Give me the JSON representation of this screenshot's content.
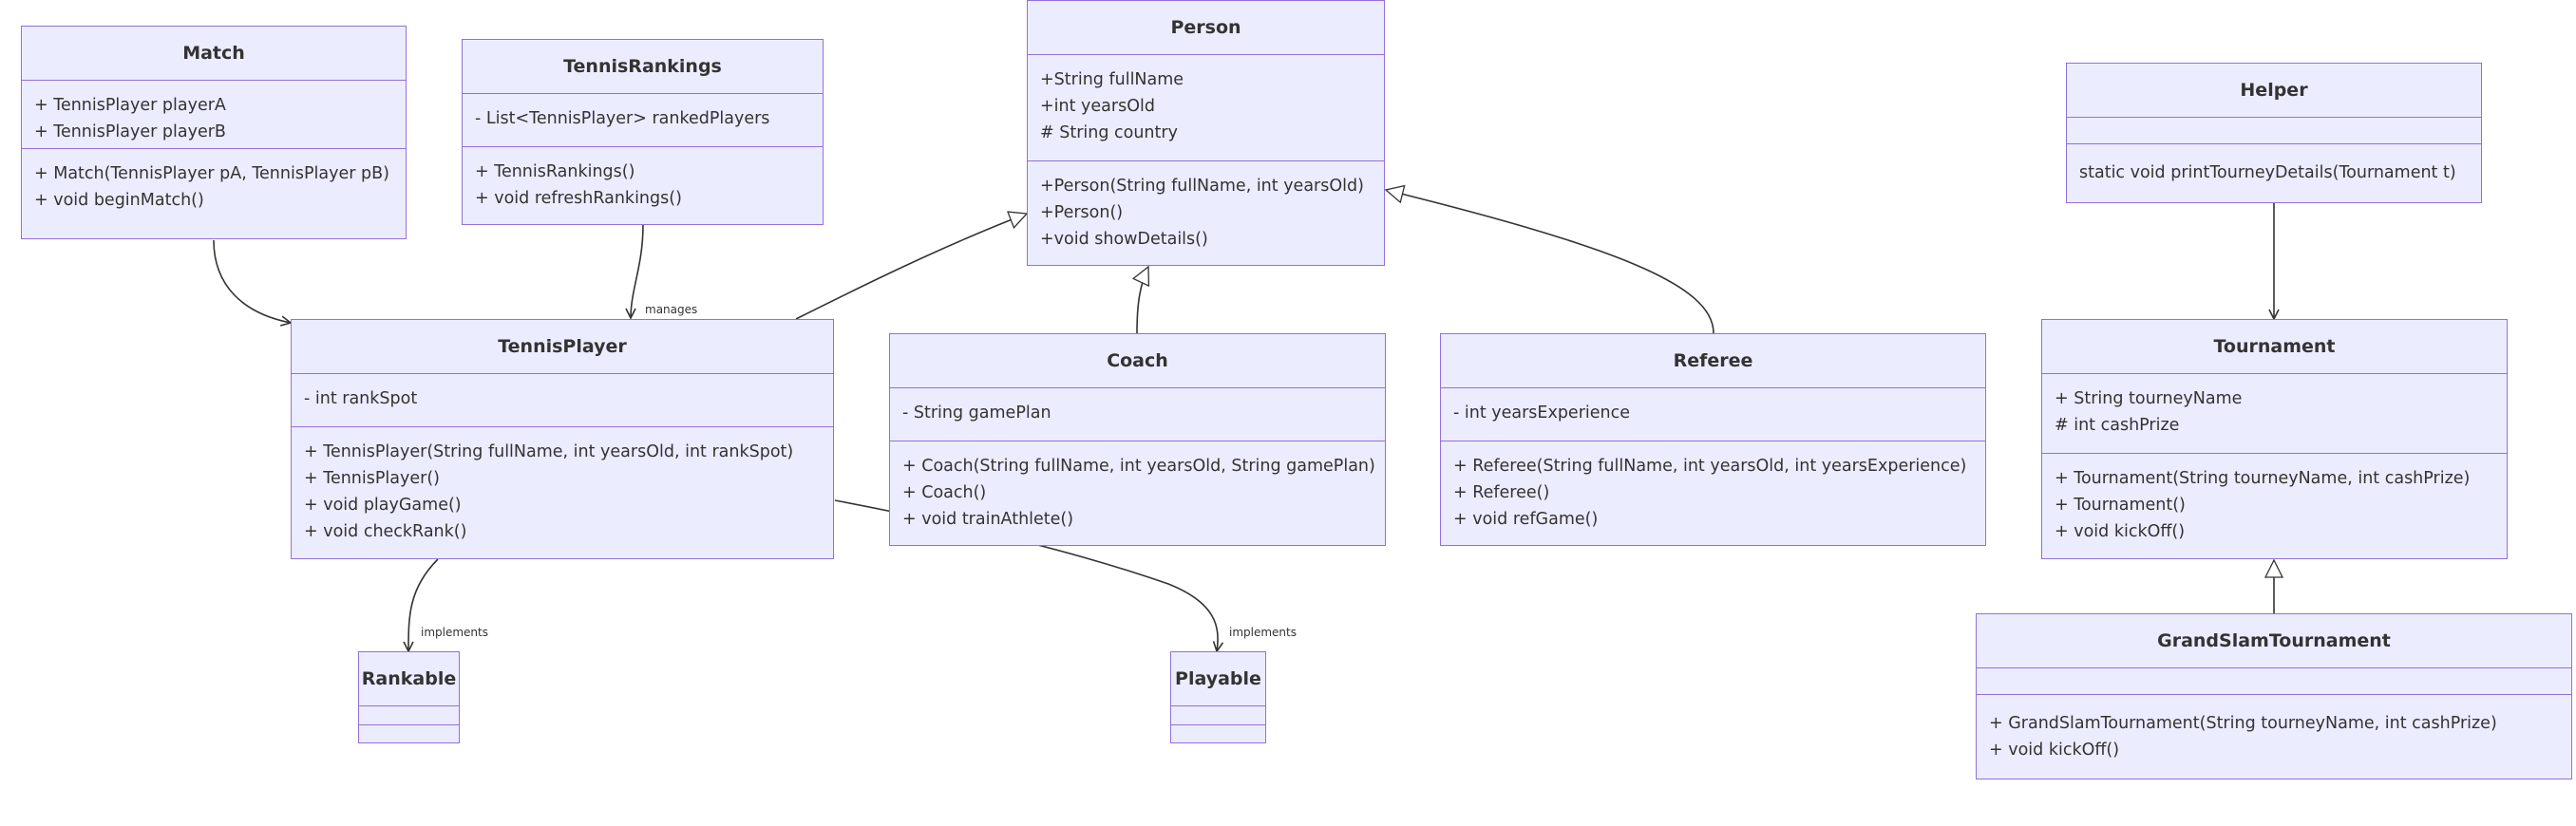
{
  "colors": {
    "class_fill": "#ececff",
    "class_border": "#9370db",
    "line": "#333333"
  },
  "classes": {
    "match": {
      "name": "Match",
      "attributes": [
        "+ TennisPlayer playerA",
        "+ TennisPlayer playerB"
      ],
      "methods": [
        "+ Match(TennisPlayer pA, TennisPlayer pB)",
        "+ void beginMatch()"
      ]
    },
    "tennis_rankings": {
      "name": "TennisRankings",
      "attributes": [
        "- List<TennisPlayer> rankedPlayers"
      ],
      "methods": [
        "+ TennisRankings()",
        "+ void refreshRankings()"
      ]
    },
    "person": {
      "name": "Person",
      "attributes": [
        "+String fullName",
        "+int yearsOld",
        "# String country"
      ],
      "methods": [
        "+Person(String fullName, int yearsOld)",
        "+Person()",
        "+void showDetails()"
      ]
    },
    "helper": {
      "name": "Helper",
      "attributes": [],
      "methods": [
        "static void printTourneyDetails(Tournament t)"
      ]
    },
    "tennis_player": {
      "name": "TennisPlayer",
      "attributes": [
        "- int rankSpot"
      ],
      "methods": [
        "+ TennisPlayer(String fullName, int yearsOld, int rankSpot)",
        "+ TennisPlayer()",
        "+ void playGame()",
        "+ void checkRank()"
      ]
    },
    "coach": {
      "name": "Coach",
      "attributes": [
        "- String gamePlan"
      ],
      "methods": [
        "+ Coach(String fullName, int yearsOld, String gamePlan)",
        "+ Coach()",
        "+ void trainAthlete()"
      ]
    },
    "referee": {
      "name": "Referee",
      "attributes": [
        "- int yearsExperience"
      ],
      "methods": [
        "+ Referee(String fullName, int yearsOld, int yearsExperience)",
        "+ Referee()",
        "+ void refGame()"
      ]
    },
    "tournament": {
      "name": "Tournament",
      "attributes": [
        "+ String tourneyName",
        "# int cashPrize"
      ],
      "methods": [
        "+ Tournament(String tourneyName, int cashPrize)",
        "+ Tournament()",
        "+ void kickOff()"
      ]
    },
    "grand_slam": {
      "name": "GrandSlamTournament",
      "attributes": [],
      "methods": [
        "+ GrandSlamTournament(String tourneyName, int cashPrize)",
        "+ void kickOff()"
      ]
    },
    "rankable": {
      "name": "Rankable",
      "attributes": [],
      "methods": []
    },
    "playable": {
      "name": "Playable",
      "attributes": [],
      "methods": []
    }
  },
  "relations": [
    {
      "id": "match_player",
      "from": "Match",
      "to": "TennisPlayer",
      "kind": "association",
      "label": ""
    },
    {
      "id": "rankings_player",
      "from": "TennisRankings",
      "to": "TennisPlayer",
      "kind": "association",
      "label": "manages"
    },
    {
      "id": "player_person",
      "from": "TennisPlayer",
      "to": "Person",
      "kind": "inheritance",
      "label": ""
    },
    {
      "id": "coach_person",
      "from": "Coach",
      "to": "Person",
      "kind": "inheritance",
      "label": ""
    },
    {
      "id": "referee_person",
      "from": "Referee",
      "to": "Person",
      "kind": "inheritance",
      "label": ""
    },
    {
      "id": "helper_tournament",
      "from": "Helper",
      "to": "Tournament",
      "kind": "association",
      "label": ""
    },
    {
      "id": "grandslam_tournament",
      "from": "GrandSlamTournament",
      "to": "Tournament",
      "kind": "inheritance",
      "label": ""
    },
    {
      "id": "player_rankable",
      "from": "TennisPlayer",
      "to": "Rankable",
      "kind": "association",
      "label": "implements"
    },
    {
      "id": "player_playable",
      "from": "TennisPlayer",
      "to": "Playable",
      "kind": "association",
      "label": "implements"
    }
  ]
}
